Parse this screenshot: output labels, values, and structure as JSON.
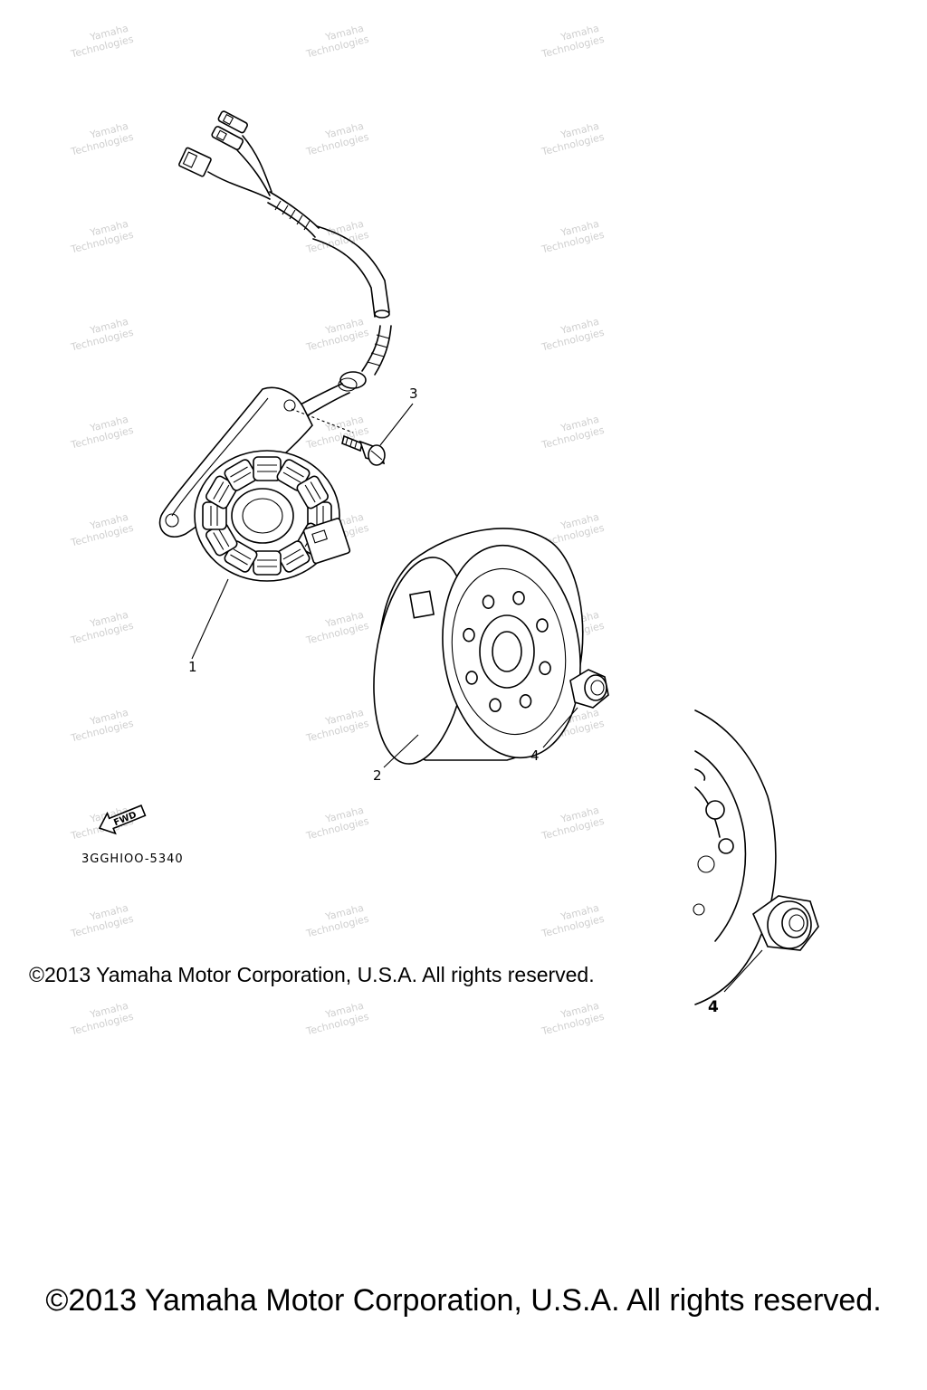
{
  "callouts": {
    "stator_assembly": "1",
    "rotor_assembly": "2",
    "screw": "3",
    "nut": "4",
    "nut_detail": "4"
  },
  "diagram_code": "3GGHIOO-5340",
  "fwd_arrow_label": "FWD",
  "watermark": {
    "line1": "Yamaha",
    "line2": "Technologies"
  },
  "copyright_inset": "©2013 Yamaha Motor Corporation, U.S.A. All rights reserved.",
  "copyright_footer": "©2013 Yamaha Motor Corporation, U.S.A. All rights reserved.",
  "icons": [
    "fwd-arrow-icon"
  ]
}
